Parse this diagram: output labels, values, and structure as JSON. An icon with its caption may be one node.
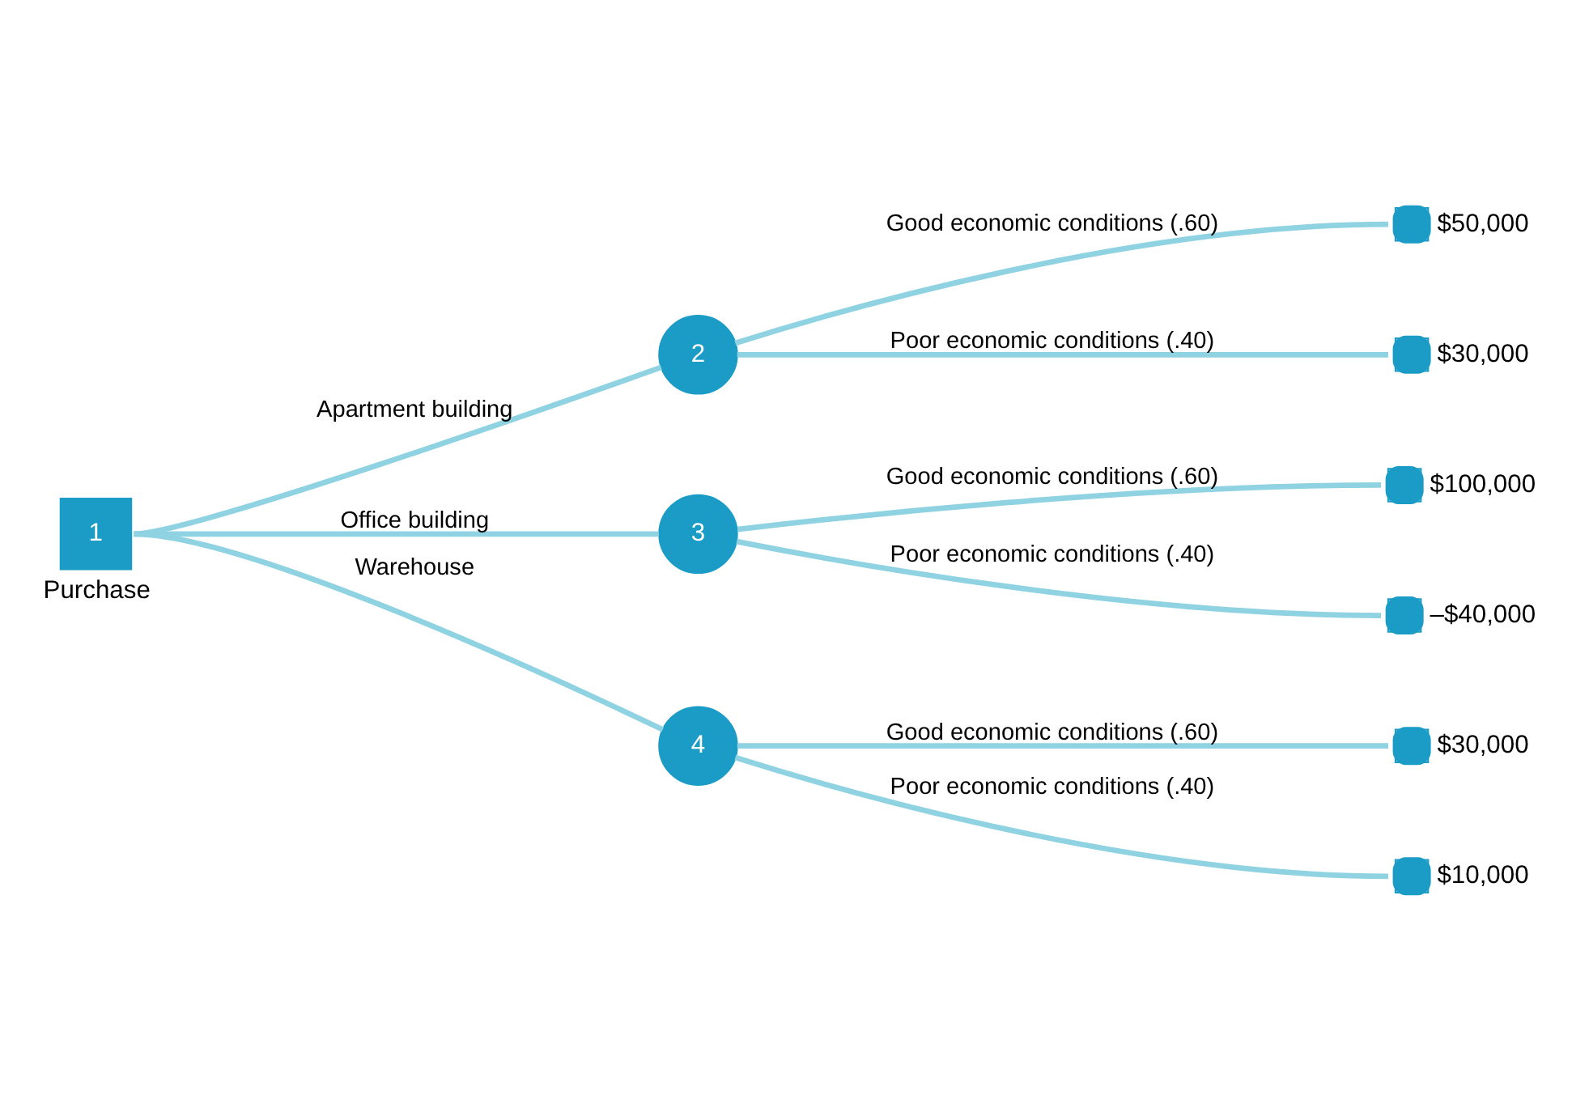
{
  "diagram": {
    "nodes": [
      {
        "text": [
          "1"
        ],
        "beside": [
          "Purchase"
        ]
      },
      {
        "text": [
          "2"
        ]
      },
      {
        "text": [
          "3"
        ]
      },
      {
        "text": [
          "4"
        ]
      },
      {
        "text": [],
        "shape": "circle",
        "beside": [
          "$50,000"
        ]
      },
      {
        "text": [],
        "shape": "circle",
        "beside": [
          "$30,000"
        ]
      },
      {
        "text": [],
        "shape": "circle",
        "beside": [
          "$100,000"
        ]
      },
      {
        "text": [],
        "shape": "circle",
        "beside": [
          "–$40,000"
        ]
      },
      {
        "text": [],
        "shape": "circle",
        "beside": [
          "$30,000"
        ]
      },
      {
        "text": [],
        "shape": "circle",
        "beside": [
          "$10,000"
        ]
      }
    ],
    "edges": [
      {
        "from": 0,
        "to": 1,
        "arrow": "none",
        "label": "Apartment building"
      },
      {
        "from": 0,
        "to": 2,
        "arrow": "none",
        "label": "Office building"
      },
      {
        "from": 0,
        "to": 3,
        "arrow": "none",
        "label": "Warehouse"
      },
      {
        "from": 1,
        "to": 4,
        "arrow": "none",
        "label": "Good economic conditions (.60)"
      },
      {
        "from": 1,
        "to": 5,
        "arrow": "none",
        "label": "Poor economic conditions (.40)"
      },
      {
        "from": 2,
        "to": 6,
        "arrow": "none",
        "label": "Good economic conditions (.60)"
      },
      {
        "from": 2,
        "to": 7,
        "arrow": "none",
        "label": "Poor economic conditions (.40)"
      },
      {
        "from": 3,
        "to": 8,
        "arrow": "none",
        "label": "Good economic conditions (.60)"
      },
      {
        "from": 3,
        "to": 9,
        "arrow": "none",
        "label": "Poor economic conditions (.40)"
      }
    ]
  }
}
